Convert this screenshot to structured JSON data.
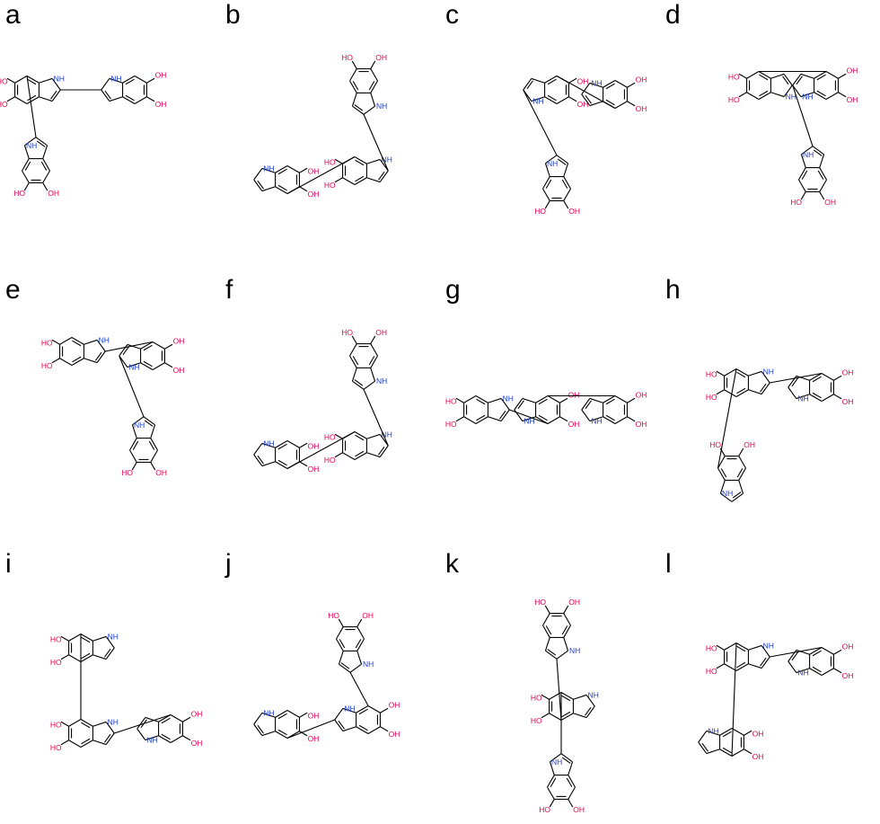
{
  "colors": {
    "bond": "#000000",
    "oxygen": "#e6004c",
    "nitrogen": "#1f3fd1"
  },
  "labels": {
    "hydroxyl": "HO",
    "hydroxyl_right": "OH",
    "amine": "NH"
  },
  "panels": [
    {
      "letter": "a"
    },
    {
      "letter": "b"
    },
    {
      "letter": "c"
    },
    {
      "letter": "d"
    },
    {
      "letter": "e"
    },
    {
      "letter": "f"
    },
    {
      "letter": "g"
    },
    {
      "letter": "h"
    },
    {
      "letter": "i"
    },
    {
      "letter": "j"
    },
    {
      "letter": "k"
    },
    {
      "letter": "l"
    }
  ]
}
